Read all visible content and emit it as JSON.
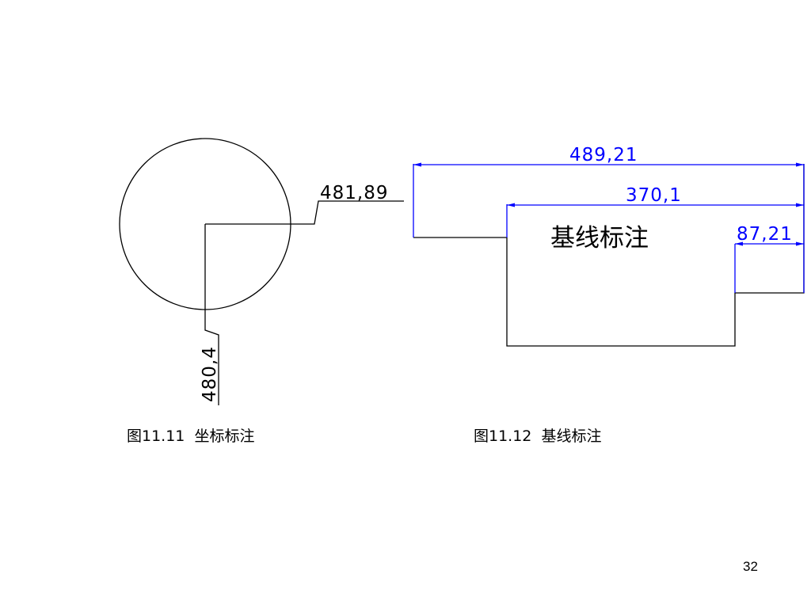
{
  "figure_1": {
    "dimension_x": "481,89",
    "dimension_y": "480,4",
    "caption": "图11.11  坐标标注"
  },
  "figure_2": {
    "dimension_overall": "489,21",
    "dimension_middle": "370,1",
    "dimension_right": "87,21",
    "center_label": "基线标注",
    "caption": "图11.12  基线标注"
  },
  "page_number": "32",
  "colors": {
    "outline": "#000000",
    "dimension": "#0000ff"
  }
}
